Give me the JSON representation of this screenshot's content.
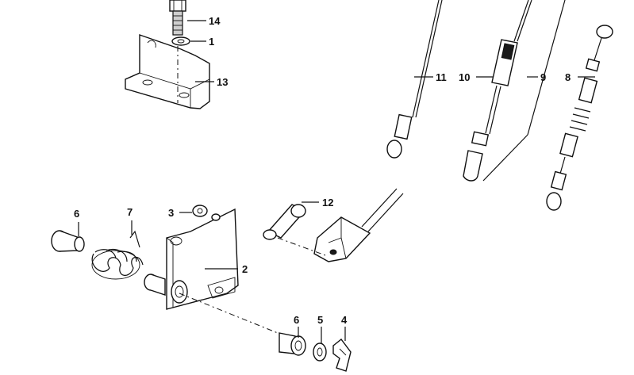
{
  "callouts": [
    {
      "id": "c14",
      "text": "14"
    },
    {
      "id": "c1",
      "text": "1"
    },
    {
      "id": "c13",
      "text": "13"
    },
    {
      "id": "c11",
      "text": "11"
    },
    {
      "id": "c10",
      "text": "10"
    },
    {
      "id": "c9",
      "text": "9"
    },
    {
      "id": "c8",
      "text": "8"
    },
    {
      "id": "c12",
      "text": "12"
    },
    {
      "id": "c3",
      "text": "3"
    },
    {
      "id": "c6a",
      "text": "6"
    },
    {
      "id": "c7",
      "text": "7"
    },
    {
      "id": "c2",
      "text": "2"
    },
    {
      "id": "c6b",
      "text": "6"
    },
    {
      "id": "c5",
      "text": "5"
    },
    {
      "id": "c4",
      "text": "4"
    }
  ]
}
